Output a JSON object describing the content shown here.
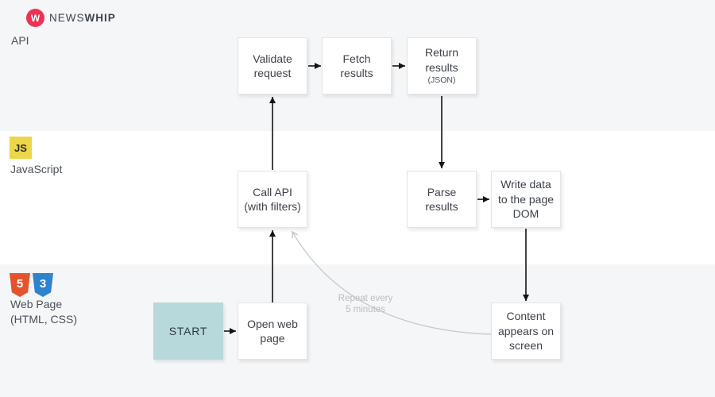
{
  "logo": {
    "mark_letter": "W",
    "brand_first": "NEWS",
    "brand_second": "WHIP"
  },
  "lanes": {
    "api": {
      "label": "API"
    },
    "js": {
      "label": "JavaScript",
      "icon_text": "JS"
    },
    "web": {
      "label": "Web Page",
      "sublabel": "(HTML, CSS)",
      "html_badge": "5",
      "css_badge": "3"
    }
  },
  "nodes": {
    "validate": {
      "label": "Validate request"
    },
    "fetch": {
      "label": "Fetch results"
    },
    "return": {
      "label": "Return results",
      "sublabel": "(JSON)"
    },
    "call_api": {
      "label": "Call API (with filters)"
    },
    "parse": {
      "label": "Parse results"
    },
    "write_dom": {
      "label": "Write data to the page DOM"
    },
    "start": {
      "label": "START"
    },
    "open_page": {
      "label": "Open web page"
    },
    "content": {
      "label": "Content appears on screen"
    }
  },
  "annotations": {
    "repeat_line1": "Repeat every",
    "repeat_line2": "5 minutes"
  },
  "colors": {
    "brand_red": "#ee3254",
    "start_fill": "#b7d9dc",
    "lane_gray": "#f5f6f8",
    "js_yellow": "#ecd64a",
    "html_orange": "#e5532d",
    "css_blue": "#2d83ce",
    "arrow_black": "#141414",
    "loop_gray": "#c8cbd0",
    "note_gray": "#b9bcc2"
  }
}
